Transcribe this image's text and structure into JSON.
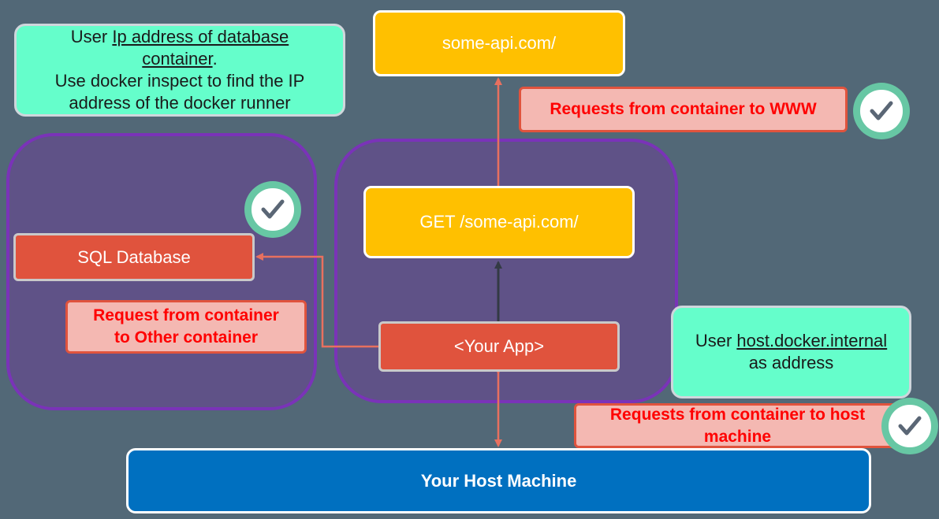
{
  "notes": {
    "db_ip": {
      "line1_prefix": "User ",
      "line1_link": "Ip address of database",
      "line2_link": "container",
      "line2_suffix": ".",
      "line3": "Use docker inspect to find the IP",
      "line4": "address of the docker runner"
    },
    "host_internal": {
      "line1_prefix": "User ",
      "line1_link": "host.docker.internal",
      "line2": "as address"
    }
  },
  "boxes": {
    "api": "some-api.com/",
    "get_request": "GET /some-api.com/",
    "sql_db": "SQL Database",
    "your_app": "<Your App>",
    "host_machine": "Your Host Machine"
  },
  "labels": {
    "to_www": "Requests from container to WWW",
    "to_other_line1": "Request from container",
    "to_other_line2": "to Other container",
    "to_host_line1": "Requests from container to host",
    "to_host_line2": "machine"
  },
  "icons": [
    "check-icon",
    "check-icon",
    "check-icon"
  ],
  "colors": {
    "background": "#526877",
    "container": "#5f5287",
    "container_border": "#7a33b8",
    "note": "#65fecb",
    "yellow": "#ffc000",
    "red": "#e0533d",
    "pink": "#f4b8b2",
    "host": "#0070c0",
    "check": "#67c7a4"
  }
}
